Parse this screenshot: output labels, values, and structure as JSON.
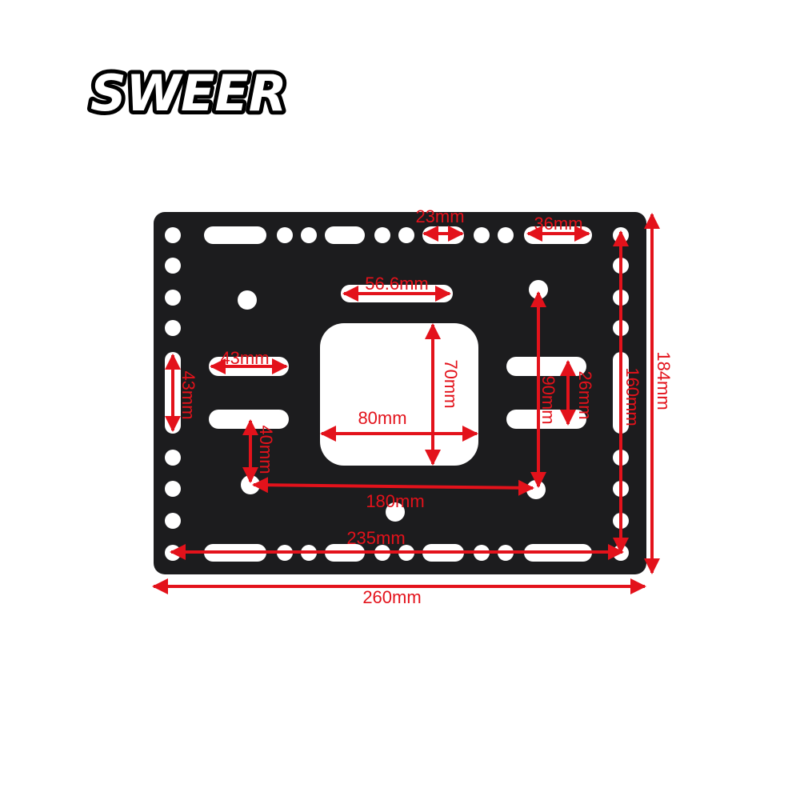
{
  "brand": {
    "logo_text": "SWEER"
  },
  "colors": {
    "plate": "#1c1c1e",
    "dimension": "#e3121b",
    "background": "#ffffff"
  },
  "dimensions": {
    "top_slot_23": "23mm",
    "top_slot_36": "36mm",
    "slot_56_6": "56.6mm",
    "left_slot_43_horizontal": "43mm",
    "left_slot_43_vertical": "43mm",
    "window_height": "70mm",
    "window_width": "80mm",
    "left_hole_spacing": "40mm",
    "right_slot_spacing": "26mm",
    "right_hole_spacing": "90mm",
    "inner_height": "160mm",
    "outer_height": "184mm",
    "hole_spacing_horizontal": "180mm",
    "inner_width": "235mm",
    "outer_width": "260mm"
  }
}
